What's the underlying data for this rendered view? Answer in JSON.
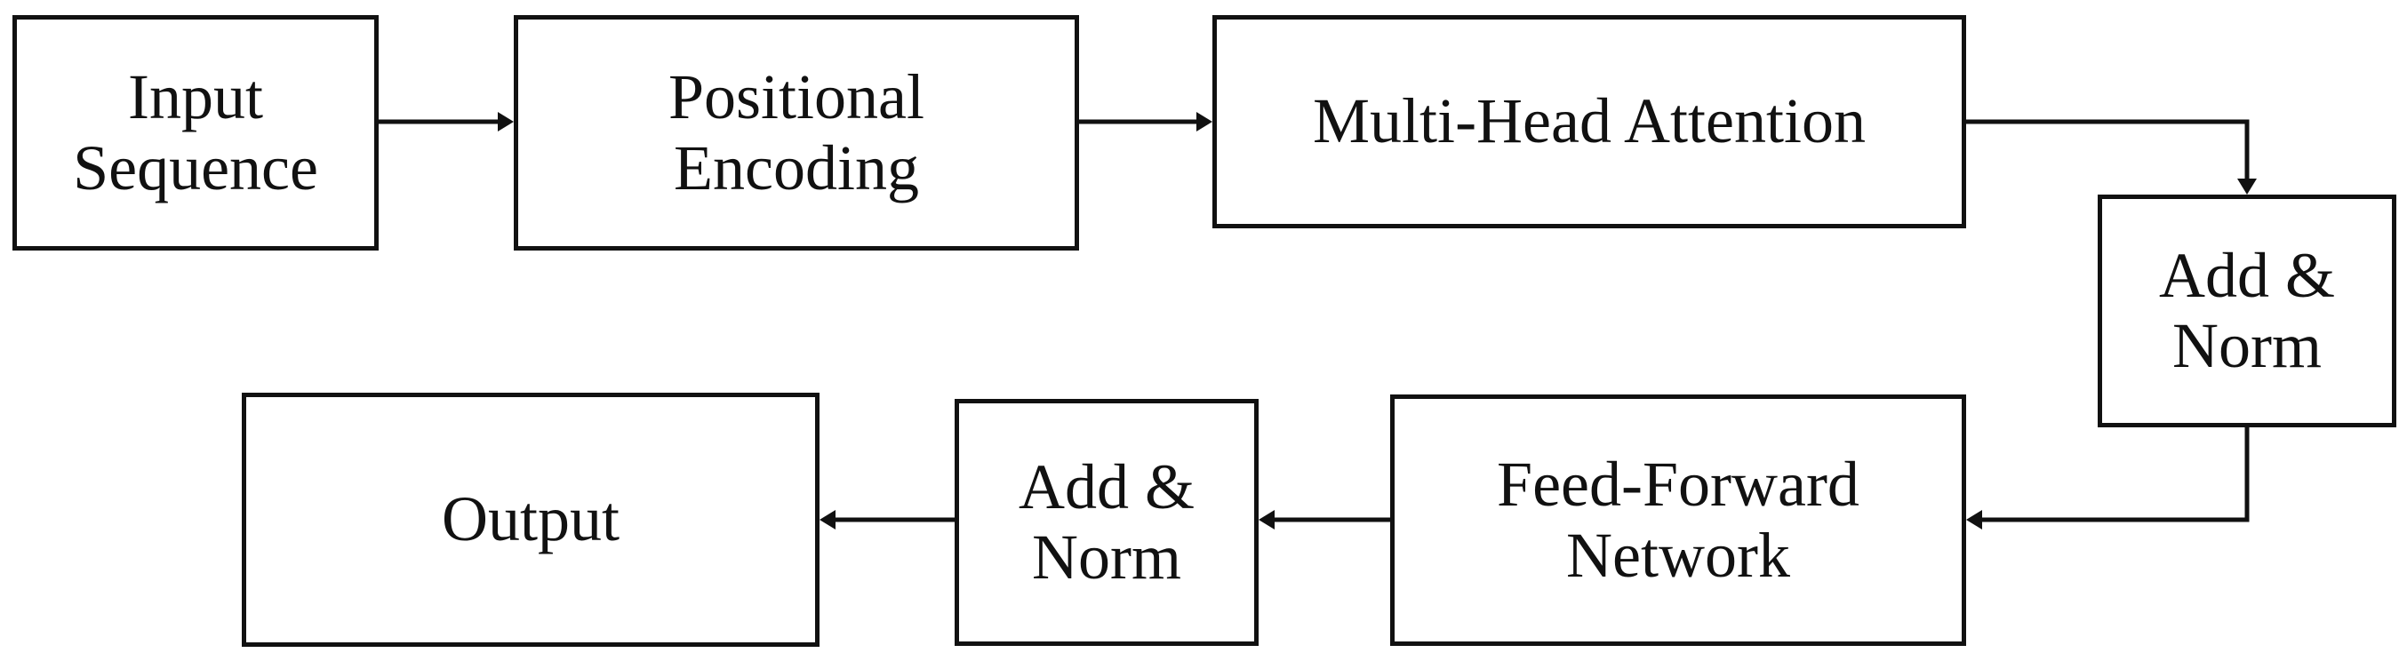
{
  "diagram": {
    "nodes": [
      {
        "id": "input",
        "lines": [
          "Input",
          "Sequence"
        ]
      },
      {
        "id": "positional",
        "lines": [
          "Positional",
          "Encoding"
        ]
      },
      {
        "id": "attention",
        "lines": [
          "Multi-Head Attention"
        ]
      },
      {
        "id": "addnorm1",
        "lines": [
          "Add &",
          "Norm"
        ]
      },
      {
        "id": "ffn",
        "lines": [
          "Feed-Forward",
          "Network"
        ]
      },
      {
        "id": "addnorm2",
        "lines": [
          "Add &",
          "Norm"
        ]
      },
      {
        "id": "output",
        "lines": [
          "Output"
        ]
      }
    ],
    "edges": [
      {
        "from": "input",
        "to": "positional"
      },
      {
        "from": "positional",
        "to": "attention"
      },
      {
        "from": "attention",
        "to": "addnorm1"
      },
      {
        "from": "addnorm1",
        "to": "ffn"
      },
      {
        "from": "ffn",
        "to": "addnorm2"
      },
      {
        "from": "addnorm2",
        "to": "output"
      }
    ],
    "colors": {
      "stroke": "#111111",
      "fill": "#ffffff"
    }
  }
}
